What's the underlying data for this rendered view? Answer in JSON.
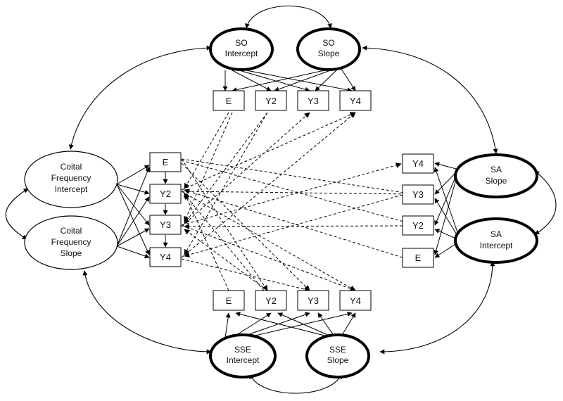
{
  "latent_factors": {
    "so_intercept": {
      "line1": "SO",
      "line2": "Intercept"
    },
    "so_slope": {
      "line1": "SO",
      "line2": "Slope"
    },
    "sa_slope": {
      "line1": "SA",
      "line2": "Slope"
    },
    "sa_intercept": {
      "line1": "SA",
      "line2": "Intercept"
    },
    "sse_intercept": {
      "line1": "SSE",
      "line2": "Intercept"
    },
    "sse_slope": {
      "line1": "SSE",
      "line2": "Slope"
    },
    "coital_intercept": {
      "line1": "Coital",
      "line2": "Frequency",
      "line3": "Intercept"
    },
    "coital_slope": {
      "line1": "Coital",
      "line2": "Frequency",
      "line3": "Slope"
    }
  },
  "indicators": {
    "so": [
      "E",
      "Y2",
      "Y3",
      "Y4"
    ],
    "coital": [
      "E",
      "Y2",
      "Y3",
      "Y4"
    ],
    "sa": [
      "Y4",
      "Y3",
      "Y2",
      "E"
    ],
    "sse": [
      "E",
      "Y2",
      "Y3",
      "Y4"
    ]
  }
}
